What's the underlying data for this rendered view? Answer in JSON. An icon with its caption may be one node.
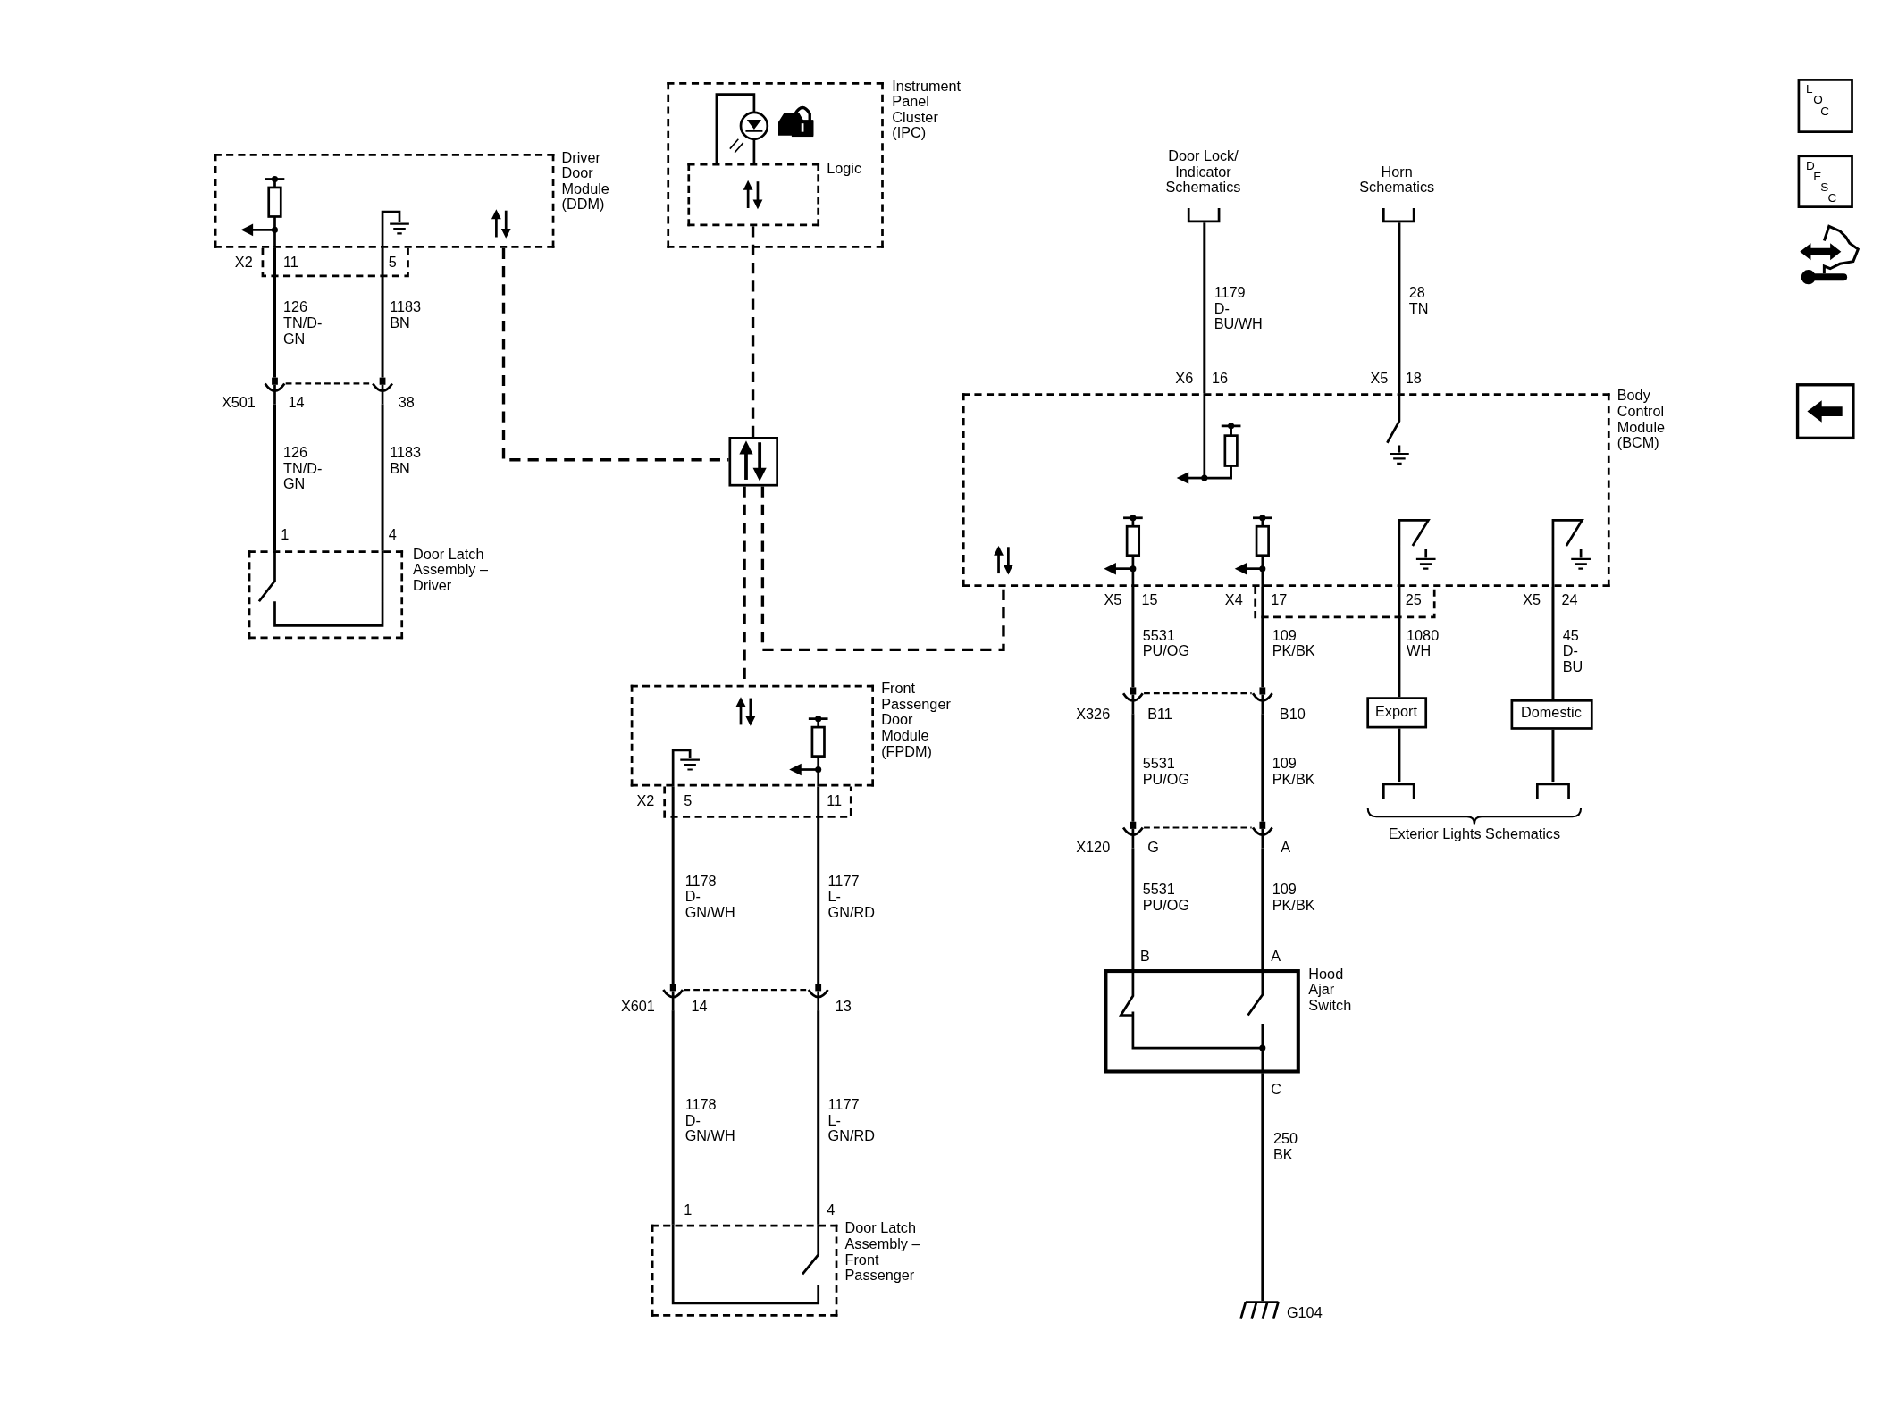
{
  "diagram": {
    "nodes": [
      {
        "text": [
          "Instrument Panel Cluster (IPC)"
        ]
      },
      {
        "text": [
          "Logic"
        ],
        "in": 0
      },
      {
        "text": [
          "Driver Door Module (DDM)"
        ]
      },
      {
        "text": [
          "Door Lock/ Indicator Schematics"
        ]
      },
      {
        "text": [
          "Horn Schematics"
        ]
      },
      {
        "text": [
          "Body Control Module (BCM)"
        ]
      },
      {
        "text": [
          "X501"
        ]
      },
      {
        "text": [],
        "shape": "box"
      },
      {
        "text": [
          "Door Latch Assembly – Driver"
        ]
      },
      {
        "text": [
          "Front Passenger Door Module (FPDM)"
        ]
      },
      {
        "text": [
          "Export"
        ]
      },
      {
        "text": [
          "Domestic"
        ]
      },
      {
        "text": [
          "Exterior Lights Schematics"
        ]
      },
      {
        "text": [
          "X326"
        ]
      },
      {
        "text": [
          "X120"
        ]
      },
      {
        "text": [
          "X601"
        ]
      },
      {
        "text": [
          "Hood Ajar Switch"
        ]
      },
      {
        "text": [
          "Door Latch Assembly – Front Passenger"
        ]
      },
      {
        "text": [
          "G104"
        ]
      },
      {
        "text": [
          "LOC"
        ]
      },
      {
        "text": [
          "DESC"
        ]
      }
    ],
    "edges": [
      {
        "from": 2,
        "to": 6,
        "arrow": "none",
        "label": "126 TN/D-GN"
      },
      {
        "from": 2,
        "to": 6,
        "arrow": "none",
        "label": "1183 BN"
      },
      {
        "from": 6,
        "to": 8,
        "arrow": "none",
        "label": "126 TN/D-GN"
      },
      {
        "from": 6,
        "to": 8,
        "arrow": "none",
        "label": "1183 BN"
      },
      {
        "from": 2,
        "to": 7,
        "arrow": "none",
        "style": "dashed"
      },
      {
        "from": 1,
        "to": 7,
        "arrow": "none",
        "style": "dashed"
      },
      {
        "from": 7,
        "to": 9,
        "arrow": "none",
        "style": "dashed"
      },
      {
        "from": 7,
        "to": 5,
        "arrow": "none",
        "style": "dashed"
      },
      {
        "from": 3,
        "to": 5,
        "arrow": "none",
        "label": "1179 D-BU/WH"
      },
      {
        "from": 4,
        "to": 5,
        "arrow": "none",
        "label": "28 TN"
      },
      {
        "from": 5,
        "to": 13,
        "arrow": "none",
        "label": "5531 PU/OG"
      },
      {
        "from": 5,
        "to": 13,
        "arrow": "none",
        "label": "109 PK/BK"
      },
      {
        "from": 13,
        "to": 14,
        "arrow": "none",
        "label": "5531 PU/OG"
      },
      {
        "from": 13,
        "to": 14,
        "arrow": "none",
        "label": "109 PK/BK"
      },
      {
        "from": 14,
        "to": 16,
        "arrow": "none",
        "label": "5531 PU/OG"
      },
      {
        "from": 14,
        "to": 16,
        "arrow": "none",
        "label": "109 PK/BK"
      },
      {
        "from": 5,
        "to": 10,
        "arrow": "none",
        "label": "1080 WH"
      },
      {
        "from": 5,
        "to": 11,
        "arrow": "none",
        "label": "45 D-BU"
      },
      {
        "from": 10,
        "to": 12,
        "arrow": "none"
      },
      {
        "from": 11,
        "to": 12,
        "arrow": "none"
      },
      {
        "from": 9,
        "to": 15,
        "arrow": "none",
        "label": "1178 D-GN/WH"
      },
      {
        "from": 9,
        "to": 15,
        "arrow": "none",
        "label": "1177 L-GN/RD"
      },
      {
        "from": 15,
        "to": 17,
        "arrow": "none",
        "label": "1178 D-GN/WH"
      },
      {
        "from": 15,
        "to": 17,
        "arrow": "none",
        "label": "1177 L-GN/RD"
      },
      {
        "from": 16,
        "to": 18,
        "arrow": "none",
        "label": "250 BK"
      }
    ],
    "labels": [
      "X2",
      "11",
      "5",
      "14",
      "38",
      "1",
      "4",
      "X6",
      "16",
      "X5",
      "18",
      "X5",
      "15",
      "X4",
      "17",
      "25",
      "X5",
      "24",
      "B11",
      "B10",
      "G",
      "A",
      "X2",
      "5",
      "11",
      "B",
      "A",
      "14",
      "13",
      "C",
      "1",
      "4"
    ]
  }
}
